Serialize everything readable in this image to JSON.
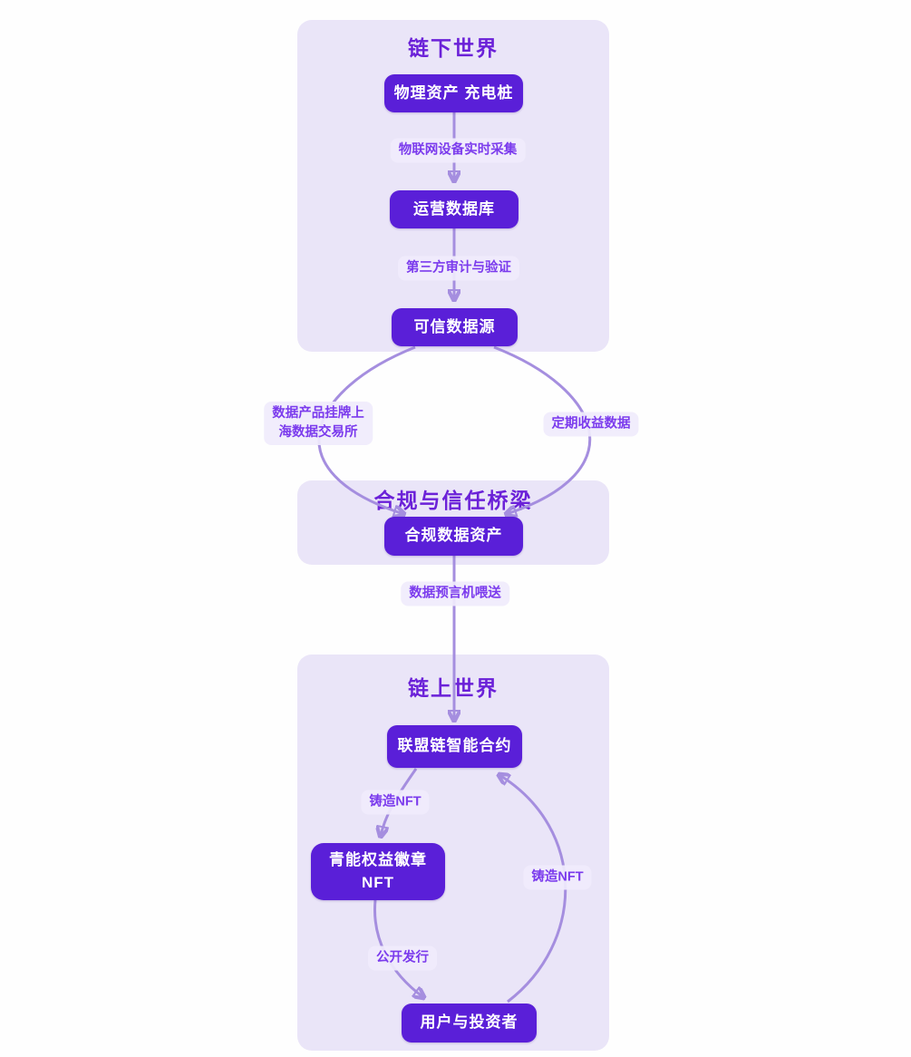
{
  "diagram": {
    "type": "flowchart",
    "sections": [
      {
        "id": "offchain",
        "title": "链下世界"
      },
      {
        "id": "bridge",
        "title": "合规与信任桥梁"
      },
      {
        "id": "onchain",
        "title": "链上世界"
      }
    ],
    "nodes": [
      {
        "id": "physical-asset",
        "label": "物理资产 充电桩",
        "section": "offchain"
      },
      {
        "id": "ops-database",
        "label": "运营数据库",
        "section": "offchain"
      },
      {
        "id": "trusted-source",
        "label": "可信数据源",
        "section": "offchain"
      },
      {
        "id": "compliant-asset",
        "label": "合规数据资产",
        "section": "bridge"
      },
      {
        "id": "smart-contract",
        "label": "联盟链智能合约",
        "section": "onchain"
      },
      {
        "id": "nft-badge",
        "label": "青能权益徽章\nNFT",
        "section": "onchain"
      },
      {
        "id": "users-investors",
        "label": "用户与投资者",
        "section": "onchain"
      }
    ],
    "edges": [
      {
        "from": "physical-asset",
        "to": "ops-database",
        "label": "物联网设备实时采集"
      },
      {
        "from": "ops-database",
        "to": "trusted-source",
        "label": "第三方审计与验证"
      },
      {
        "from": "trusted-source",
        "to": "compliant-asset",
        "label": "数据产品挂牌上\n海数据交易所"
      },
      {
        "from": "trusted-source",
        "to": "compliant-asset",
        "label": "定期收益数据"
      },
      {
        "from": "compliant-asset",
        "to": "smart-contract",
        "label": "数据预言机喂送"
      },
      {
        "from": "smart-contract",
        "to": "nft-badge",
        "label": "铸造NFT"
      },
      {
        "from": "nft-badge",
        "to": "users-investors",
        "label": "公开发行"
      },
      {
        "from": "users-investors",
        "to": "smart-contract",
        "label": "铸造NFT"
      }
    ],
    "colors": {
      "page_background": "#fefefe",
      "section_fill": "#eae5f8",
      "section_title_text": "#6b21d8",
      "node_fill": "#5a1fd8",
      "node_text": "#ffffff",
      "edge_stroke": "#a58edf",
      "arrowhead": "#8e74d6",
      "edge_label_text": "#7b3bed",
      "edge_label_background": "#f0ecfc"
    }
  }
}
